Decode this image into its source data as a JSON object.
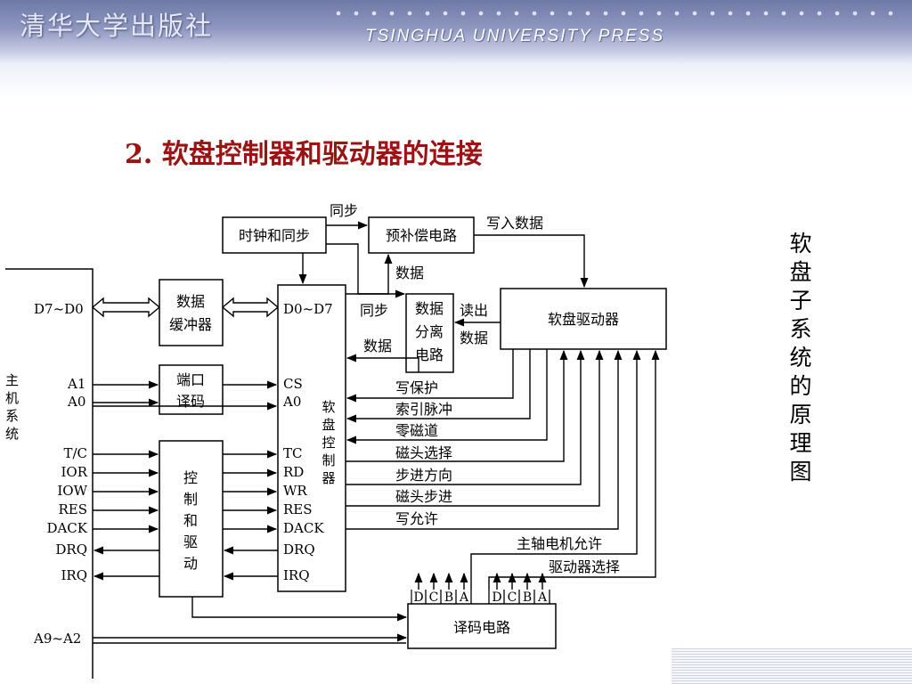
{
  "header": {
    "publisher_cn": "清华大学出版社",
    "publisher_en": "TSINGHUA UNIVERSITY PRESS"
  },
  "title": "2. 软盘控制器和驱动器的连接",
  "side_title": [
    "软",
    "盘",
    "子",
    "系",
    "统",
    "的",
    "原",
    "理",
    "图"
  ],
  "diagram": {
    "host_label": [
      "主",
      "机",
      "系",
      "统"
    ],
    "host_bus": "D7~D0",
    "host_addr_a1": "A1",
    "host_addr_a0": "A0",
    "host_signals": [
      "T/C",
      "IOR",
      "IOW",
      "RES",
      "DACK",
      "DRQ",
      "IRQ"
    ],
    "host_addr_high": "A9~A2",
    "data_buffer": [
      "数据",
      "缓冲器"
    ],
    "port_decode": [
      "端口",
      "译码"
    ],
    "control_drive": [
      "控",
      "制",
      "和",
      "驱",
      "动"
    ],
    "clock_sync": "时钟和同步",
    "precomp": "预补偿电路",
    "separator": [
      "数据",
      "分离",
      "电路"
    ],
    "drive": "软盘驱动器",
    "decoder": "译码电路",
    "fdc_label": [
      "软",
      "盘",
      "控",
      "制",
      "器"
    ],
    "fdc_bus": "D0~D7",
    "fdc_cs": "CS",
    "fdc_a0": "A0",
    "fdc_pins": [
      "TC",
      "RD",
      "WR",
      "RES",
      "DACK",
      "DRQ",
      "IRQ"
    ],
    "labels": {
      "sync_top": "同步",
      "write_data": "写入数据",
      "data_to_precomp": "数据",
      "sync_sep": "同步",
      "read_data": [
        "读出",
        "数据"
      ],
      "data_to_fdc": "数据"
    },
    "drive_signals": [
      "写保护",
      "索引脉冲",
      "零磁道",
      "磁头选择",
      "步进方向",
      "磁头步进",
      "写允许"
    ],
    "motor_enable": "主轴电机允许",
    "drive_select": "驱动器选择",
    "decoder_outputs": [
      "D",
      "C",
      "B",
      "A",
      "D",
      "C",
      "B",
      "A"
    ]
  }
}
